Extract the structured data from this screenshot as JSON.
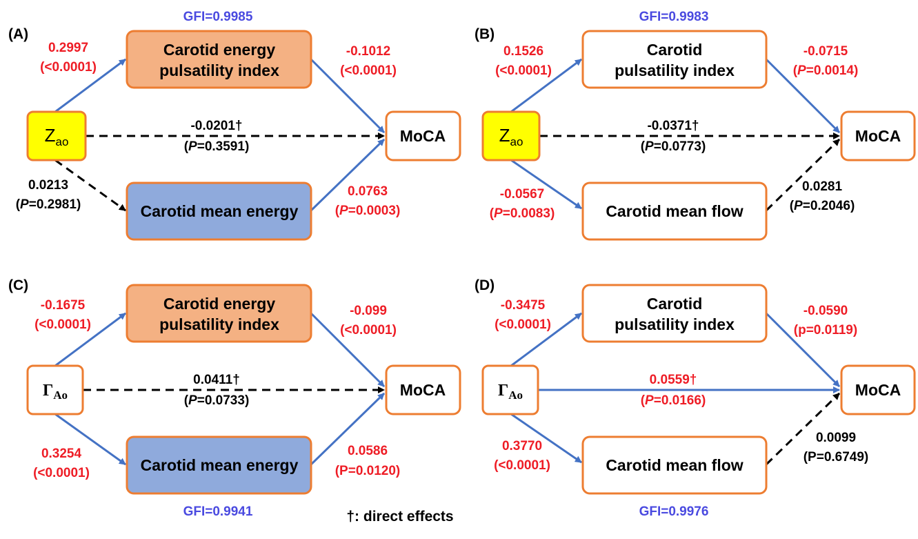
{
  "colors": {
    "orange_fill": "#f4b183",
    "blue_fill": "#8faadc",
    "yellow_fill": "#ffff00",
    "box_border": "#ed7d31",
    "arrow_blue": "#4472c4",
    "red_text": "#ee1c25",
    "gfi_blue": "#4a4ae0"
  },
  "footnote": "†: direct effects",
  "panels": {
    "A": {
      "label": "(A)",
      "gfi": "GFI=0.9985",
      "source": {
        "main": "Z",
        "sub": "ao"
      },
      "upper_box": [
        "Carotid energy",
        "pulsatility index"
      ],
      "lower_box": [
        "Carotid mean energy"
      ],
      "target": "MoCA",
      "src_upper": [
        "0.2997",
        "(<0.0001)"
      ],
      "upper_target": [
        "-0.1012",
        "(<0.0001)"
      ],
      "direct": {
        "coef": "-0.0201†",
        "p": "0.3591"
      },
      "src_lower": {
        "coef": "0.0213",
        "p": "0.2981"
      },
      "lower_target": {
        "coef": "0.0763",
        "p": "0.0003"
      }
    },
    "B": {
      "label": "(B)",
      "gfi": "GFI=0.9983",
      "source": {
        "main": "Z",
        "sub": "ao"
      },
      "upper_box": [
        "Carotid",
        "pulsatility index"
      ],
      "lower_box": [
        "Carotid mean flow"
      ],
      "target": "MoCA",
      "src_upper": [
        "0.1526",
        "(<0.0001)"
      ],
      "upper_target": {
        "coef": "-0.0715",
        "p": "0.0014"
      },
      "direct": {
        "coef": "-0.0371†",
        "p": "0.0773"
      },
      "src_lower": {
        "coef": "-0.0567",
        "p": "0.0083"
      },
      "lower_target": {
        "coef": "0.0281",
        "p": "0.2046"
      }
    },
    "C": {
      "label": "(C)",
      "gfi": "GFI=0.9941",
      "source": {
        "main": "Γ",
        "sub": "Ao"
      },
      "upper_box": [
        "Carotid energy",
        "pulsatility index"
      ],
      "lower_box": [
        "Carotid mean energy"
      ],
      "target": "MoCA",
      "src_upper": [
        "-0.1675",
        "(<0.0001)"
      ],
      "upper_target": [
        "-0.099",
        "(<0.0001)"
      ],
      "direct": {
        "coef": "0.0411†",
        "p": "0.0733"
      },
      "src_lower": [
        "0.3254",
        "(<0.0001)"
      ],
      "lower_target": [
        "0.0586",
        "(P=0.0120)"
      ]
    },
    "D": {
      "label": "(D)",
      "gfi": "GFI=0.9976",
      "source": {
        "main": "Γ",
        "sub": "Ao"
      },
      "upper_box": [
        "Carotid",
        "pulsatility index"
      ],
      "lower_box": [
        "Carotid mean flow"
      ],
      "target": "MoCA",
      "src_upper": [
        "-0.3475",
        "(<0.0001)"
      ],
      "upper_target": [
        "-0.0590",
        "(p=0.0119)"
      ],
      "direct": {
        "coef": "0.0559†",
        "p": "0.0166"
      },
      "src_lower": [
        "0.3770",
        "(<0.0001)"
      ],
      "lower_target": [
        "0.0099",
        "(P=0.6749)"
      ]
    }
  }
}
